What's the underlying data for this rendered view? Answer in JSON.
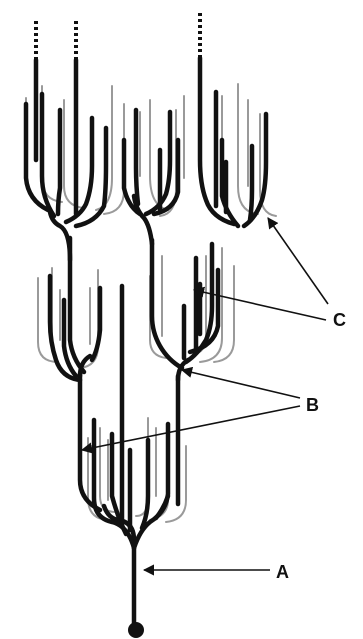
{
  "labels": {
    "a": "A",
    "b": "B",
    "c": "C"
  },
  "colors": {
    "dark_branch": "#111111",
    "light_branch": "#9a9a9a",
    "arrow": "#111111",
    "background": "#ffffff"
  }
}
